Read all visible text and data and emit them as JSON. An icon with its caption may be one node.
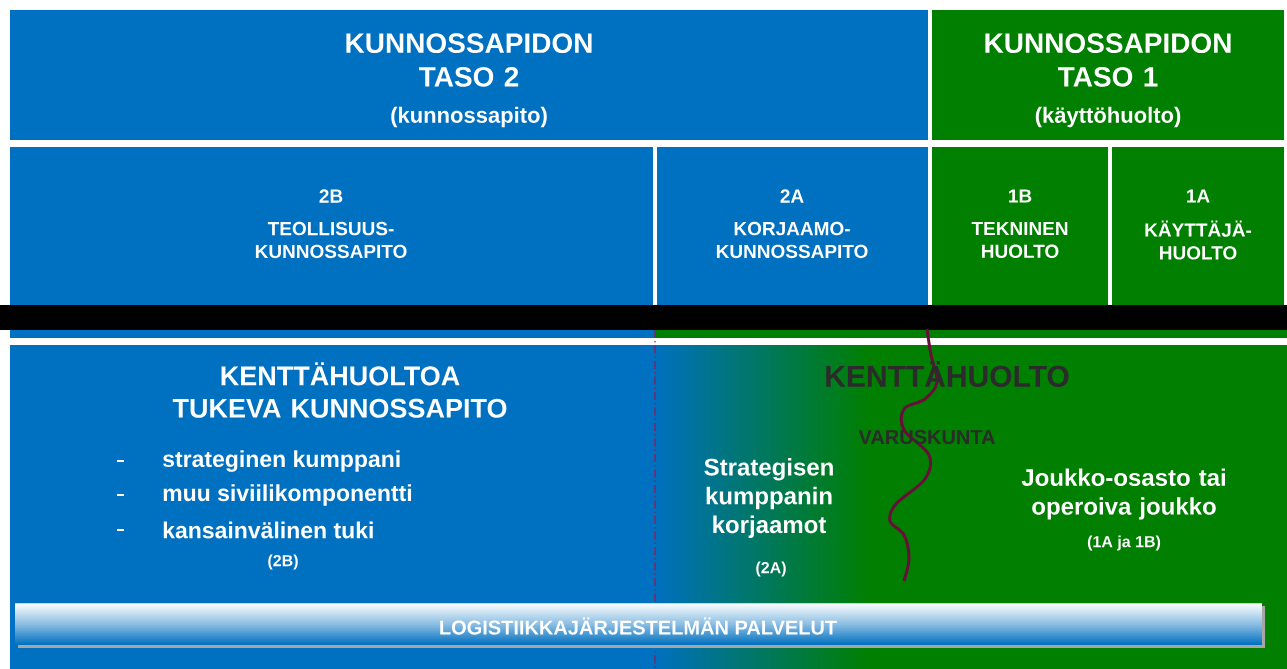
{
  "diagram": {
    "nodes": [
      {
        "text": [
          "KUNNOSSAPIDON TASO 2",
          "(kunnossapito)"
        ]
      },
      {
        "text": [
          "KUNNOSSAPIDON TASO 1",
          "(käyttöhuolto)"
        ]
      },
      {
        "text": [
          "2B",
          "TEOLLISUUS- KUNNOSSAPITO"
        ]
      },
      {
        "text": [
          "2A",
          "KORJAAMO- KUNNOSSAPITO"
        ]
      },
      {
        "text": [
          "1B",
          "TEKNINEN HUOLTO"
        ]
      },
      {
        "text": [
          "1A",
          "KÄYTTÄJÄ- HUOLTO"
        ]
      },
      {
        "text": [
          "KENTTÄHUOLTOA TUKEVA KUNNOSSAPITO",
          "strateginen kumppani",
          "muu siviilikomponentti",
          "kansainvälinen tuki",
          "(2B)"
        ]
      },
      {
        "text": [
          "KENTTÄHUOLTO",
          "VARUSKUNTA",
          "Strategisen kumppanin korjaamot",
          "(2A)",
          "Joukko-osasto tai operoiva joukko",
          "(1A ja 1B)"
        ]
      },
      {
        "text": [
          "LOGISTIIKKAJÄRJESTELMÄN PALVELUT"
        ]
      }
    ]
  }
}
